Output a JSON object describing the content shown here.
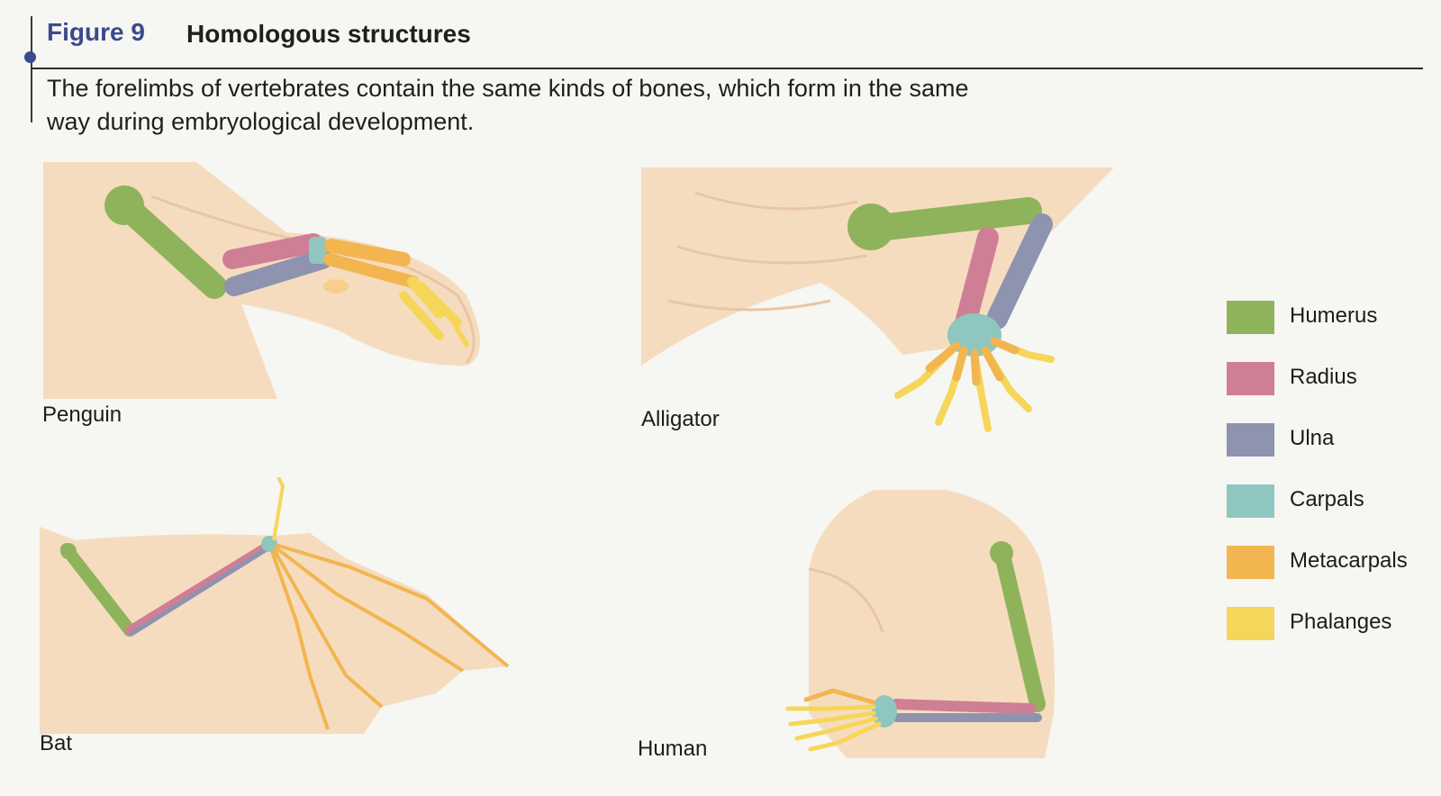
{
  "figure": {
    "number": "Figure 9",
    "title": "Homologous structures",
    "caption": "The forelimbs of vertebrates contain the same kinds of bones, which form in the same way during embryological development."
  },
  "animals": {
    "penguin": "Penguin",
    "alligator": "Alligator",
    "bat": "Bat",
    "human": "Human"
  },
  "legend": [
    {
      "label": "Humerus",
      "color": "#8fb35a"
    },
    {
      "label": "Radius",
      "color": "#cf7f95"
    },
    {
      "label": "Ulna",
      "color": "#8e93b0"
    },
    {
      "label": "Carpals",
      "color": "#8fc6c0"
    },
    {
      "label": "Metacarpals",
      "color": "#f2b550"
    },
    {
      "label": "Phalanges",
      "color": "#f6d65a"
    }
  ],
  "colors": {
    "accent": "#3b4a8c",
    "skin": "#f6dcbf",
    "background": "#f6f6f2"
  }
}
